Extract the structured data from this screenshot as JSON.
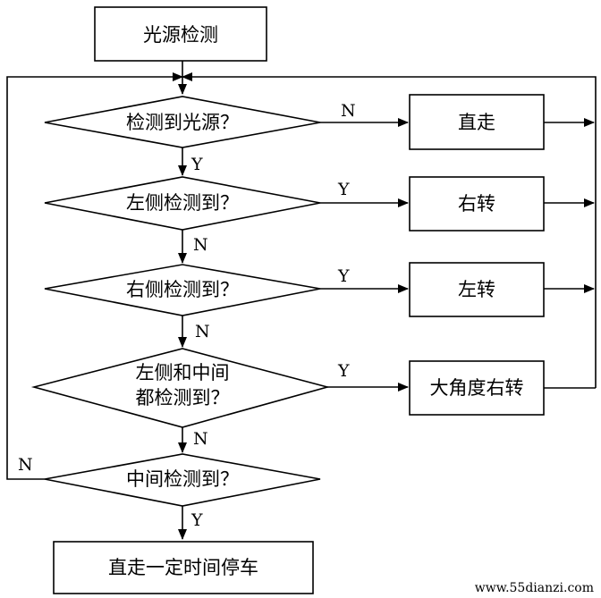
{
  "nodes": {
    "start": "光源检测",
    "d1": "检测到光源？",
    "d2": "左侧检测到？",
    "d3": "右侧检测到？",
    "d4_line1": "左侧和中间",
    "d4_line2": "都检测到？",
    "d5": "中间检测到？",
    "a1": "直走",
    "a2": "右转",
    "a3": "左转",
    "a4": "大角度右转",
    "end": "直走一定时间停车"
  },
  "edges": {
    "d1_no": "N",
    "d1_yes": "Y",
    "d2_yes": "Y",
    "d2_no": "N",
    "d3_yes": "Y",
    "d3_no": "N",
    "d4_yes": "Y",
    "d4_no": "N",
    "d5_no": "N",
    "d5_yes": "Y"
  },
  "watermark": "www.55dianzi.com"
}
